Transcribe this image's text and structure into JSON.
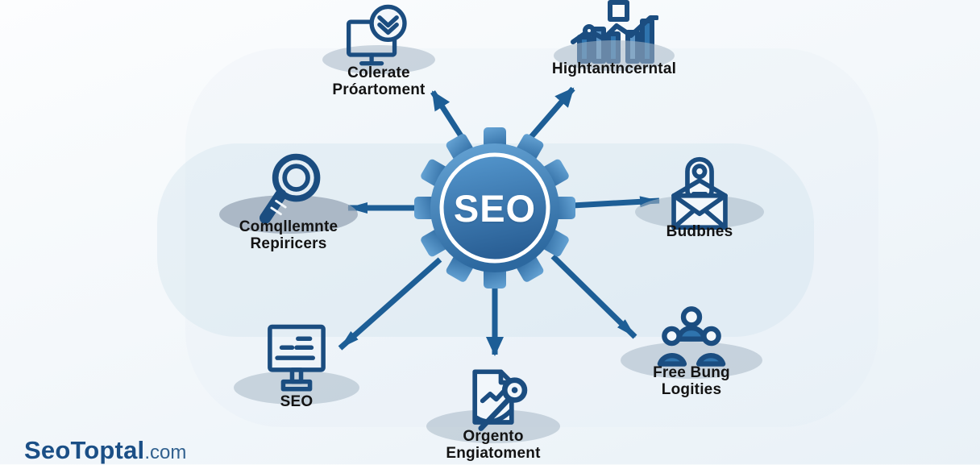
{
  "center": {
    "label": "SEO"
  },
  "nodes": {
    "corporate": {
      "label": "Colerate\nPróartoment",
      "icon": "monitor-check-icon"
    },
    "analytics": {
      "label": "Hightantncerntal",
      "icon": "bar-chart-trend-icon"
    },
    "research": {
      "label": "Comqllemnte\nRepiricers",
      "icon": "magnifier-icon"
    },
    "outreach": {
      "label": "Budbnes",
      "icon": "mail-location-pin-icon"
    },
    "seo_monitor": {
      "label": "SEO",
      "icon": "monitor-stats-icon"
    },
    "engagement": {
      "label": "Orgento\nEngiatoment",
      "icon": "document-search-icon"
    },
    "team": {
      "label": "Free Bung\nLogities",
      "icon": "people-group-icon"
    }
  },
  "watermark": {
    "brand": "SeoToptal",
    "suffix": ".com"
  },
  "colors": {
    "arrow": "#1d5e96",
    "icon_stroke": "#1b4d80",
    "icon_fill": "#2f74ae",
    "gear_top": "#67a5d6",
    "gear_bottom": "#2c689f",
    "inner_top": "#5598cf",
    "inner_bottom": "#2a6096",
    "label_text": "#131313",
    "watermark_blue": "#1b4f86",
    "background": "#eef4f9"
  }
}
